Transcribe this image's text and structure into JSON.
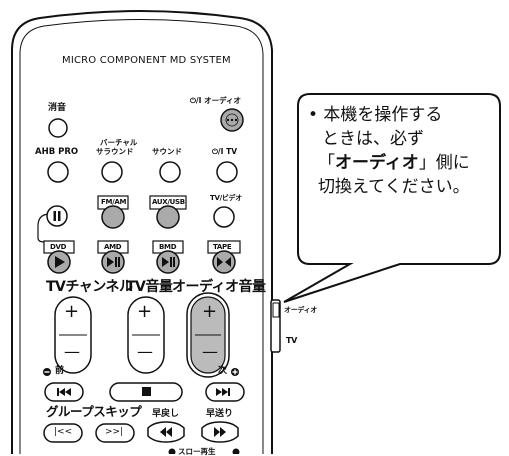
{
  "remote": {
    "title": "MICRO COMPONENT MD SYSTEM",
    "labels": {
      "mute": "消音",
      "power_audio": "⏻/I オーディオ",
      "ahb_pro": "AHB PRO",
      "virtual_surround_1": "バーチャル",
      "virtual_surround_2": "サラウンド",
      "sound": "サウンド",
      "power_tv": "⏻/I TV",
      "fm_am": "FM/AM",
      "aux_usb": "AUX/USB",
      "tv_video": "TV/ビデオ",
      "dvd": "DVD",
      "amd": "AMD",
      "bmd": "BMD",
      "tape": "TAPE",
      "tv_channel": "TVチャンネル",
      "tv_volume": "TV音量",
      "audio_volume": "オーディオ音量",
      "prev": "前",
      "next": "次",
      "group_skip": "グループスキップ",
      "rewind": "早戻し",
      "fast_forward": "早送り",
      "slow_play": "スロー再生"
    },
    "switch": {
      "audio": "オーディオ",
      "tv": "TV"
    },
    "signs": {
      "plus": "+",
      "minus": "—"
    }
  },
  "callout": {
    "line1": "• 本機を操作する",
    "line2": "ときは、必ず",
    "line3_pre": "「",
    "line3_bold": "オーディオ",
    "line3_post": "」側に",
    "line4": "切換えてください。"
  }
}
